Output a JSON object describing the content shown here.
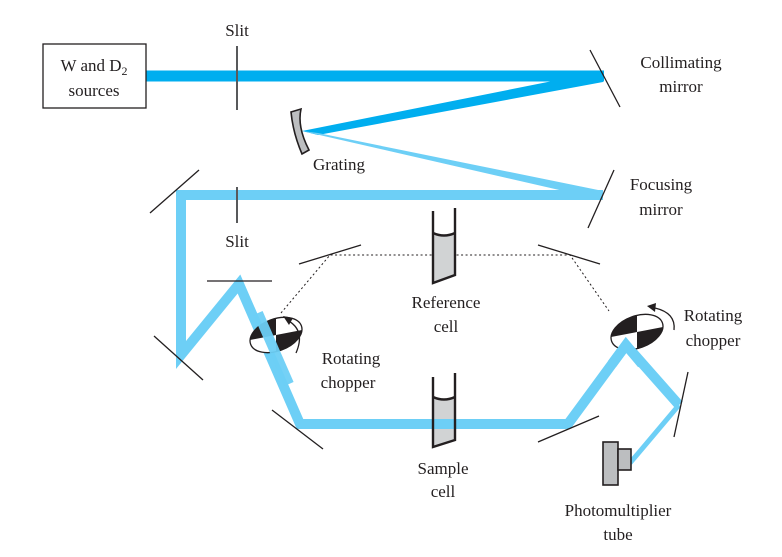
{
  "diagram": {
    "title": "Double-beam UV-Vis spectrophotometer",
    "colors": {
      "beam_polychromatic": "#00aeef",
      "beam_monochromatic": "#6dcff6",
      "component_fill": "#bcbec0",
      "cell_liquid": "#d1d3d4",
      "line": "#231f20"
    },
    "labels": {
      "source_line1": "W and D",
      "source_subscript": "2",
      "source_line2": "sources",
      "slit_top": "Slit",
      "slit_bottom": "Slit",
      "collimating_line1": "Collimating",
      "collimating_line2": "mirror",
      "grating": "Grating",
      "focusing_line1": "Focusing",
      "focusing_line2": "mirror",
      "reference_line1": "Reference",
      "reference_line2": "cell",
      "sample_line1": "Sample",
      "sample_line2": "cell",
      "chopper_left_line1": "Rotating",
      "chopper_left_line2": "chopper",
      "chopper_right_line1": "Rotating",
      "chopper_right_line2": "chopper",
      "detector_line1": "Photomultiplier",
      "detector_line2": "tube"
    },
    "components": [
      {
        "id": "source",
        "name": "W and D2 sources"
      },
      {
        "id": "entrance-slit",
        "name": "Slit"
      },
      {
        "id": "collimating-mirror",
        "name": "Collimating mirror"
      },
      {
        "id": "grating",
        "name": "Grating"
      },
      {
        "id": "focusing-mirror",
        "name": "Focusing mirror"
      },
      {
        "id": "exit-slit",
        "name": "Slit"
      },
      {
        "id": "chopper-1",
        "name": "Rotating chopper"
      },
      {
        "id": "reference-cell",
        "name": "Reference cell"
      },
      {
        "id": "sample-cell",
        "name": "Sample cell"
      },
      {
        "id": "chopper-2",
        "name": "Rotating chopper"
      },
      {
        "id": "detector",
        "name": "Photomultiplier tube"
      }
    ]
  }
}
